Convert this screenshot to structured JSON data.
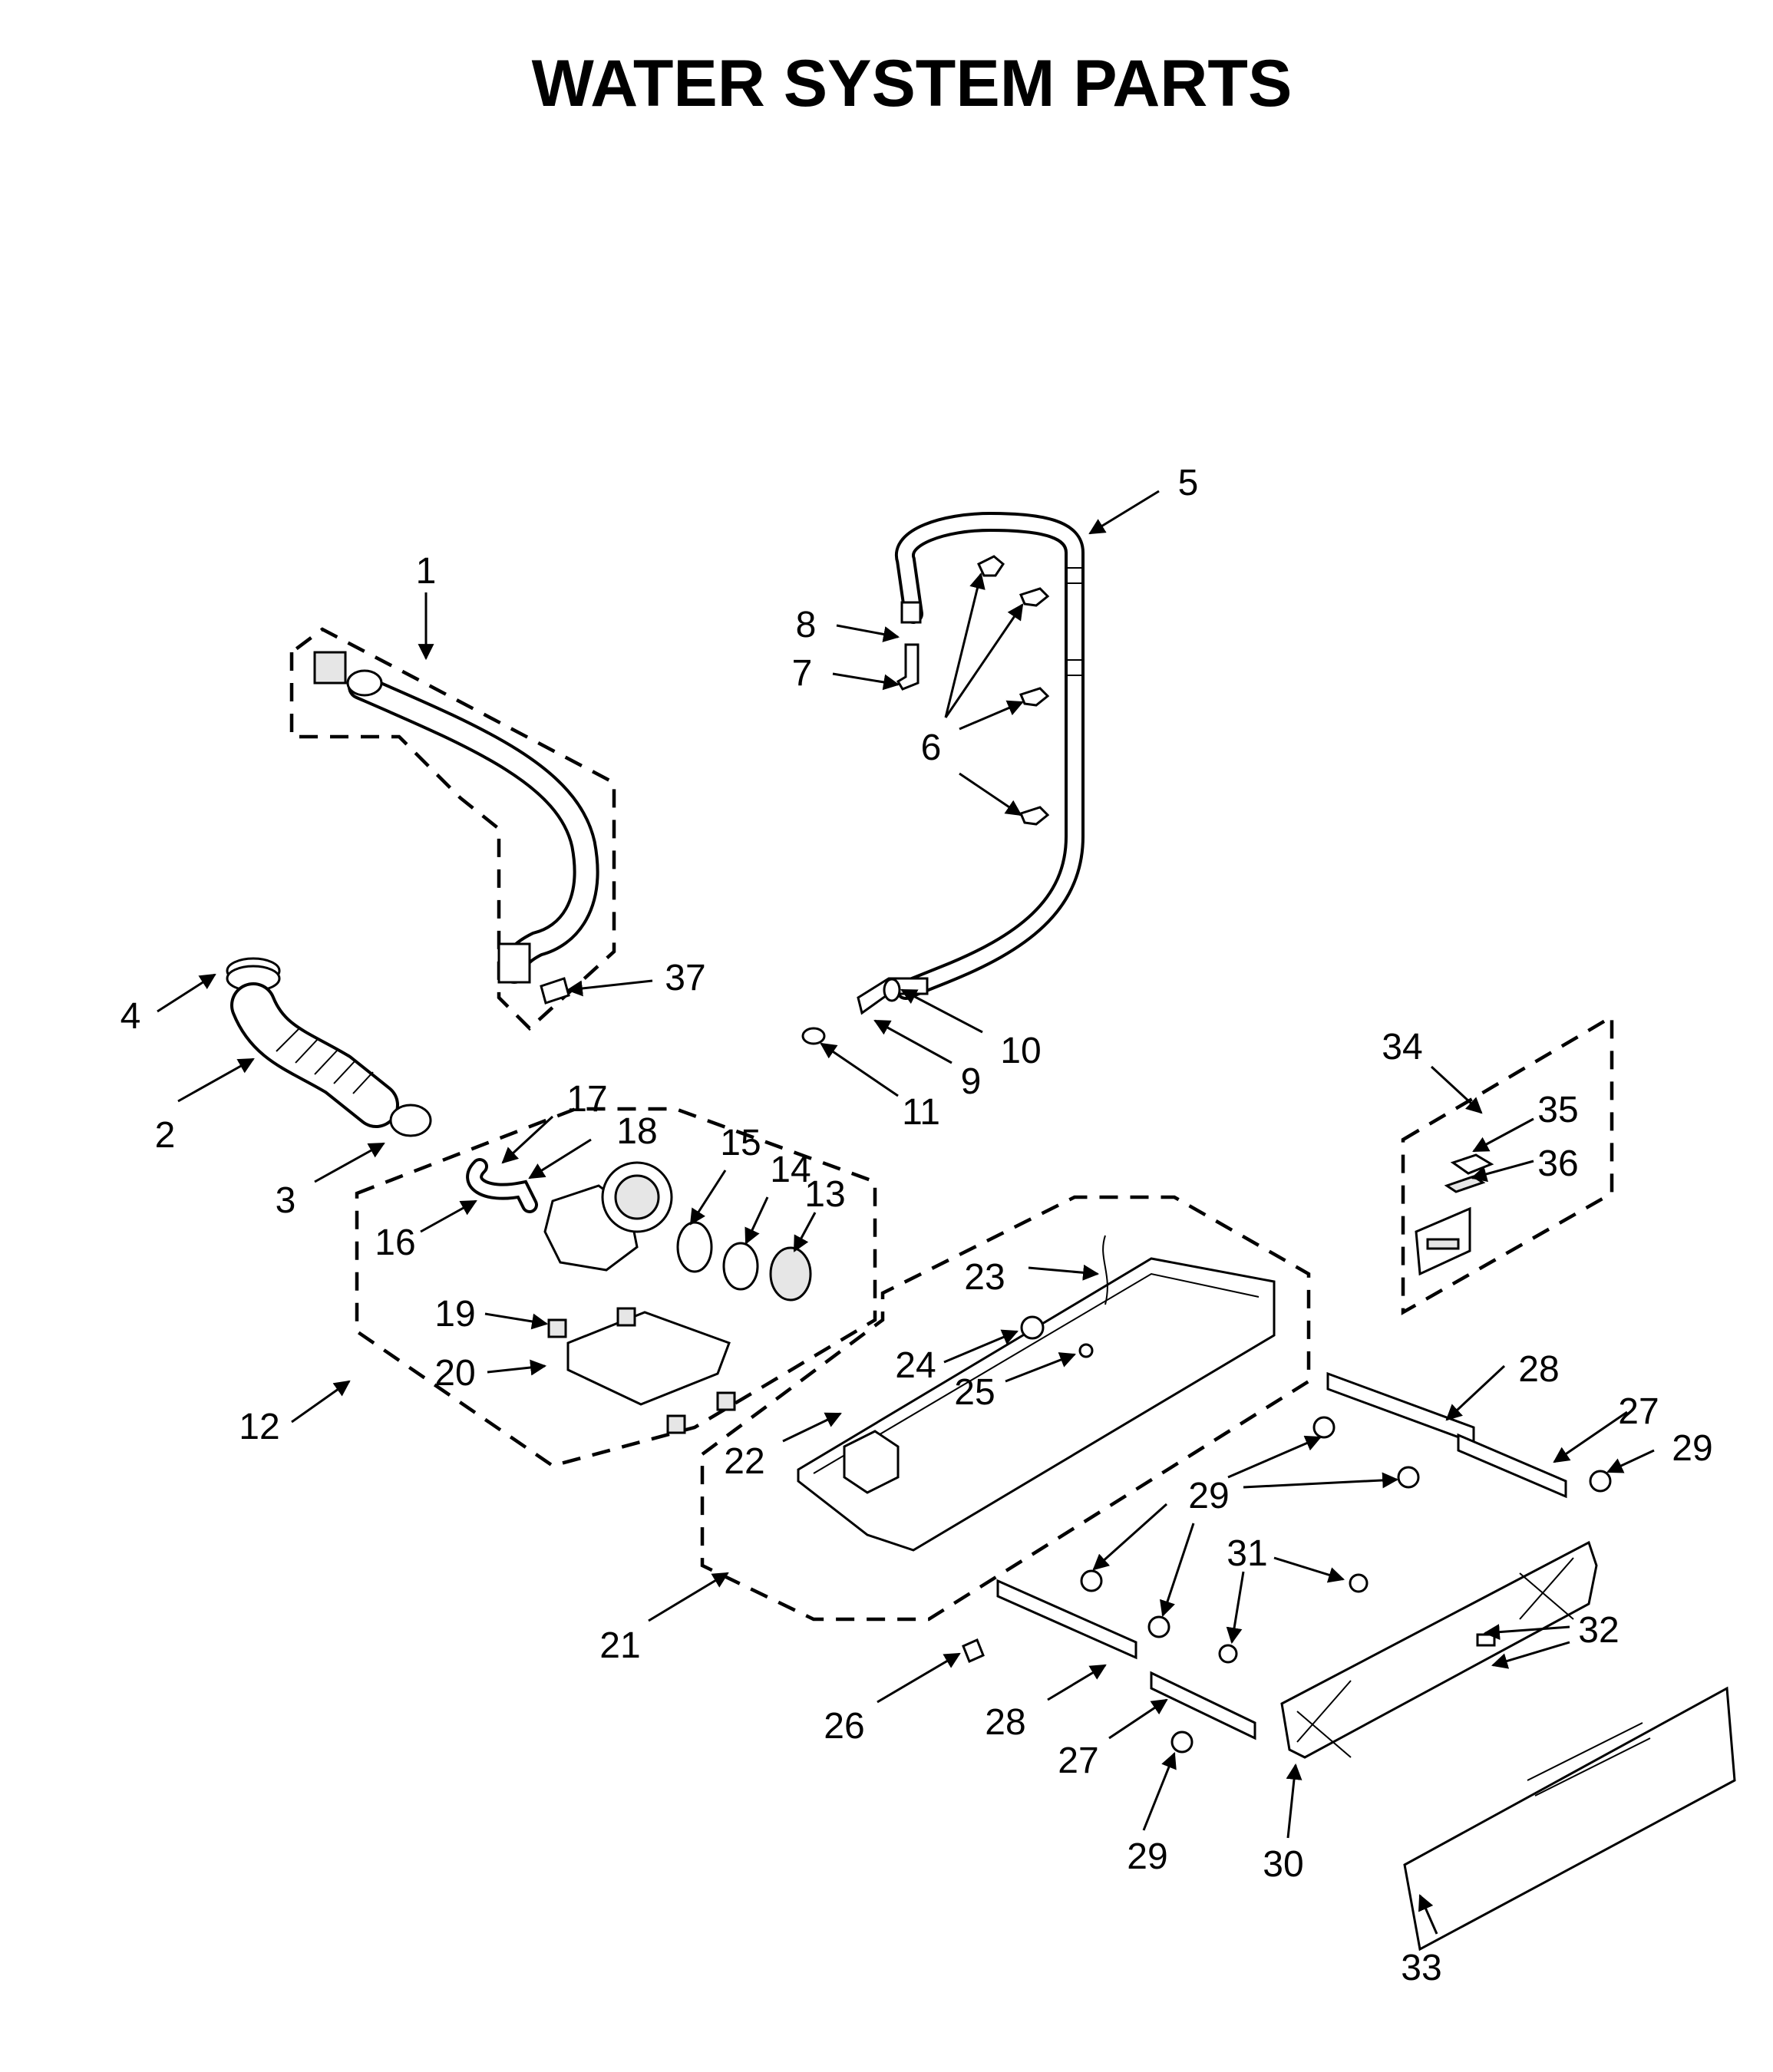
{
  "title": "WATER SYSTEM PARTS",
  "callouts": [
    "1",
    "2",
    "3",
    "4",
    "5",
    "6",
    "7",
    "8",
    "9",
    "10",
    "11",
    "12",
    "13",
    "14",
    "15",
    "16",
    "17",
    "18",
    "19",
    "20",
    "21",
    "22",
    "23",
    "24",
    "25",
    "26",
    "27",
    "28",
    "29",
    "30",
    "31",
    "32",
    "33",
    "34",
    "35",
    "36",
    "37"
  ]
}
